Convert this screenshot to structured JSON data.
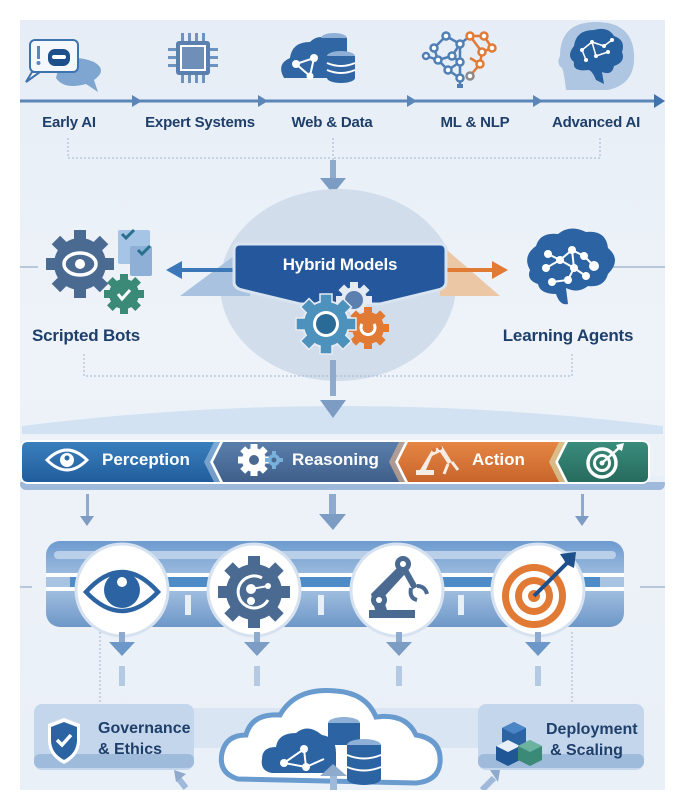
{
  "timeline": {
    "stages": [
      {
        "label": "Early AI",
        "icon": "chat-bubble-icon"
      },
      {
        "label": "Expert Systems",
        "icon": "cpu-chip-icon"
      },
      {
        "label": "Web & Data",
        "icon": "cloud-database-icon"
      },
      {
        "label": "ML & NLP",
        "icon": "neural-network-icon"
      },
      {
        "label": "Advanced AI",
        "icon": "brain-head-icon"
      }
    ]
  },
  "approaches": {
    "left": {
      "label": "Scripted Bots",
      "icon": "gears-checklist-icon"
    },
    "center": {
      "label": "Hybrid Models",
      "icon": "gears-icon"
    },
    "right": {
      "label": "Learning Agents",
      "icon": "brain-network-icon"
    }
  },
  "pipeline": {
    "steps": [
      {
        "label": "Perception",
        "icon": "eye-icon",
        "color": "#2c6aa8"
      },
      {
        "label": "Reasoning",
        "icon": "gear-icon",
        "color": "#4a6a92"
      },
      {
        "label": "Action",
        "icon": "robot-arm-icon",
        "color": "#d9773a"
      },
      {
        "label": "",
        "icon": "target-icon",
        "color": "#2f7d6e"
      }
    ]
  },
  "capabilities": {
    "icons": [
      "eye-icon",
      "gear-network-icon",
      "robot-arm-icon",
      "target-arrow-icon"
    ]
  },
  "foundation": {
    "left": {
      "line1": "Governance",
      "line2": "& Ethics",
      "icon": "shield-check-icon"
    },
    "center": {
      "icon": "cloud-database-icon"
    },
    "right": {
      "line1": "Deployment",
      "line2": "& Scaling",
      "icon": "cubes-icon"
    }
  },
  "colors": {
    "navy": "#1f3f6b",
    "blue": "#2c6aa8",
    "slate": "#4a6a92",
    "orange": "#d9773a",
    "teal": "#2f7d6e",
    "light": "#8fb0d6"
  }
}
